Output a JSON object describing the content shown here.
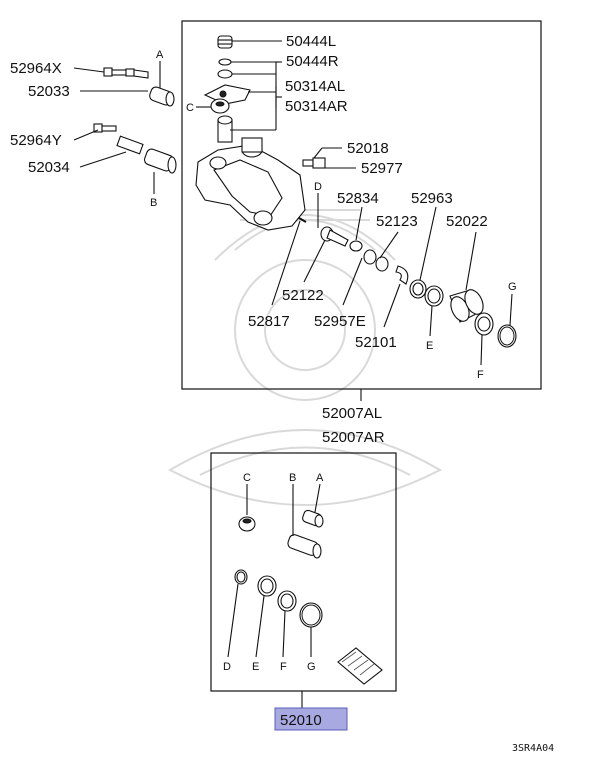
{
  "diagram": {
    "part_numbers": {
      "p50444L": "50444L",
      "p50444R": "50444R",
      "p50314AL": "50314AL",
      "p50314AR": "50314AR",
      "p52964X": "52964X",
      "p52033": "52033",
      "p52964Y": "52964Y",
      "p52034": "52034",
      "p52018": "52018",
      "p52977": "52977",
      "p52834": "52834",
      "p52963": "52963",
      "p52123": "52123",
      "p52022": "52022",
      "p52122": "52122",
      "p52817": "52817",
      "p52957E": "52957E",
      "p52101": "52101",
      "p52007AL": "52007AL",
      "p52007AR": "52007AR",
      "p52010": "52010"
    },
    "letters": {
      "A": "A",
      "B": "B",
      "C": "C",
      "D": "D",
      "E": "E",
      "F": "F",
      "G": "G"
    },
    "diagram_code": "3SR4A04",
    "colors": {
      "highlight_fill": "#a7a9e0",
      "highlight_border": "#5a5fb8",
      "line": "#111111",
      "watermark": "#d9d9d9"
    }
  }
}
